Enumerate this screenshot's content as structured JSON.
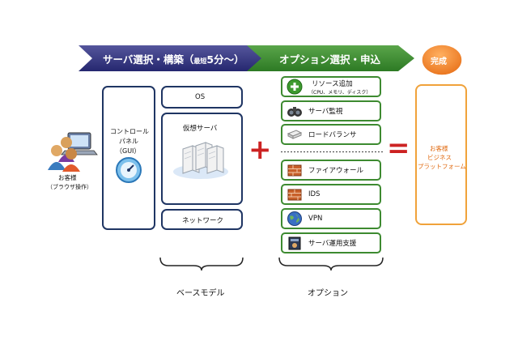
{
  "arrows": {
    "step1_main": "サーバ選択・構築（",
    "step1_sub": "最短",
    "step1_tail": "5分〜）",
    "step2": "オプション選択・申込",
    "complete": "完成"
  },
  "customer": {
    "line1": "お客様",
    "line2": "（ブラウザ操作）"
  },
  "base": {
    "control_panel_l1": "コントロール",
    "control_panel_l2": "パネル",
    "control_panel_l3": "（GUI）",
    "os": "OS",
    "virtual_server": "仮想サーバ",
    "network": "ネットワーク",
    "caption": "ベースモデル"
  },
  "options": {
    "resource_add": "リソース追加",
    "resource_sub": "（CPU、メモリ、ディスク）",
    "server_monitor": "サーバ監視",
    "load_balancer": "ロードバランサ",
    "firewall": "ファイアウォール",
    "ids": "IDS",
    "vpn": "VPN",
    "ops_support": "サーバ運用支援",
    "caption": "オプション"
  },
  "operators": {
    "plus": "+",
    "equals": "="
  },
  "result": {
    "line1": "お客様",
    "line2": "ビジネス",
    "line3": "プラットフォーム"
  },
  "colors": {
    "navy": "#2b2f7e",
    "green": "#3d8a30",
    "orange": "#f08a2a",
    "red": "#cc2222",
    "box_border": "#1f3563"
  }
}
